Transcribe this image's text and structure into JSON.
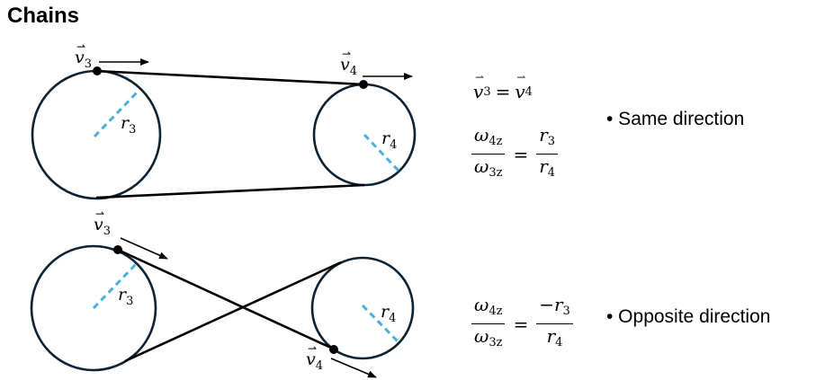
{
  "title": "Chains",
  "labels": {
    "v3": "v",
    "v3_sub": "3",
    "v4": "v",
    "v4_sub": "4",
    "r3": "r",
    "r3_sub": "3",
    "r4": "r",
    "r4_sub": "4"
  },
  "equations": {
    "velocity": {
      "lhs": "v",
      "lhs_sub": "3",
      "op": "=",
      "rhs": "v",
      "rhs_sub": "4"
    },
    "same": {
      "num": "ω",
      "num_sub": "4z",
      "den": "ω",
      "den_sub": "3z",
      "op": "=",
      "rnum": "r",
      "rnum_sub": "3",
      "rden": "r",
      "rden_sub": "4"
    },
    "opposite": {
      "num": "ω",
      "num_sub": "4z",
      "den": "ω",
      "den_sub": "3z",
      "op": "=",
      "rnum": "−r",
      "rnum_sub": "3",
      "rden": "r",
      "rden_sub": "4"
    }
  },
  "bullets": {
    "same": "• Same direction",
    "opposite": "• Opposite direction"
  },
  "colors": {
    "circle": "#0d2233",
    "radius": "#4bafd9",
    "chain": "#000000"
  }
}
